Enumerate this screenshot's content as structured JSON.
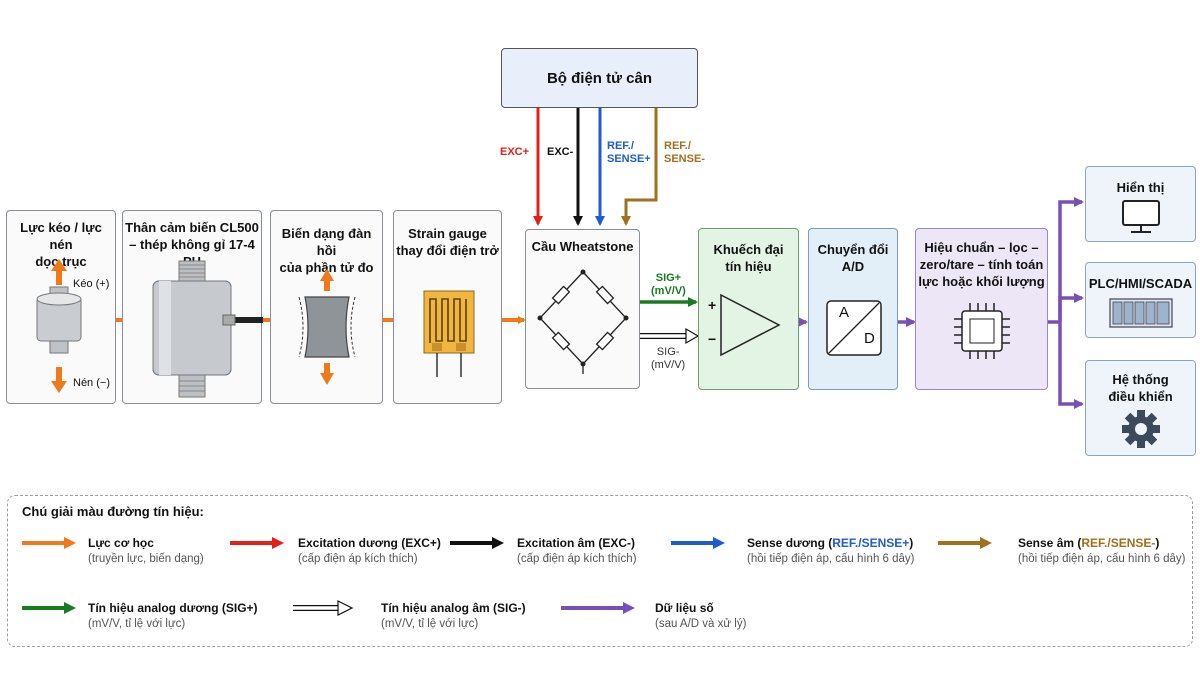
{
  "controller": {
    "title": "Bộ điện tử cân"
  },
  "wires": {
    "exc_plus": "EXC+",
    "exc_minus": "EXC-",
    "sense_plus": [
      "REF./",
      "SENSE+"
    ],
    "sense_minus": [
      "REF./",
      "SENSE-"
    ],
    "sig_plus": [
      "SIG+",
      "(mV/V)"
    ],
    "sig_minus": [
      "SIG-",
      "(mV/V)"
    ]
  },
  "blocks": {
    "force": {
      "title": [
        "Lực kéo / lực nén",
        "dọc trục"
      ],
      "pull": "Kéo (+)",
      "push": "Nén (−)"
    },
    "sensor": {
      "title": [
        "Thân cảm biến CL500",
        "– thép không gỉ 17-4 PH"
      ]
    },
    "deform": {
      "title": [
        "Biến dạng đàn hồi",
        "của phần tử đo"
      ]
    },
    "gauge": {
      "title": [
        "Strain gauge",
        "thay đổi điện trở"
      ]
    },
    "bridge": {
      "title": "Cầu Wheatstone"
    },
    "amp": {
      "title": [
        "Khuếch đại",
        "tín hiệu"
      ],
      "plus": "+",
      "minus": "−"
    },
    "adc": {
      "title": [
        "Chuyển đổi",
        "A/D"
      ],
      "a": "A",
      "d": "D"
    },
    "calib": {
      "title": [
        "Hiệu chuẩn – lọc –",
        "zero/tare – tính toán",
        "lực hoặc khối lượng"
      ]
    }
  },
  "outputs": {
    "display": "Hiển thị",
    "plc": "PLC/HMI/SCADA",
    "control": [
      "Hệ thống",
      "điều khiển"
    ]
  },
  "legend": {
    "title": "Chú giải màu đường tín hiệu:",
    "items": [
      {
        "main": "Lực cơ học",
        "sub": "(truyền lực, biến dạng)"
      },
      {
        "main": "Excitation dương (EXC+)",
        "sub": "(cấp điện áp kích thích)"
      },
      {
        "main": "Excitation âm (EXC-)",
        "sub": "(cấp điện áp kích thích)"
      },
      {
        "main_pre": "Sense dương (",
        "main_hl": "REF./SENSE+",
        "main_post": ")",
        "sub": "(hồi tiếp điện áp, cấu hình 6 dây)"
      },
      {
        "main_pre": "Sense âm (",
        "main_hl": "REF./SENSE-",
        "main_post": ")",
        "sub": "(hồi tiếp điện áp, cấu hình 6 dây)"
      },
      {
        "main": "Tín hiệu analog dương (SIG+)",
        "sub": "(mV/V, tỉ lệ với lực)"
      },
      {
        "main": "Tín hiệu analog âm (SIG-)",
        "sub": "(mV/V, tỉ lệ với lực)"
      },
      {
        "main": "Dữ liệu số",
        "sub": "(sau A/D và xử lý)"
      }
    ]
  },
  "colors": {
    "force": "#f07a1a",
    "exc_plus": "#e32119",
    "exc_minus": "#111111",
    "sense_plus": "#1f5ccf",
    "sense_minus": "#a0701c",
    "sig_plus": "#1a7a22",
    "digital": "#7a4fb5",
    "controller_fill": "#e8eefa",
    "amp_fill": "#e4f4e4",
    "adc_fill": "#e3eff8",
    "calib_fill": "#ece6f6"
  }
}
